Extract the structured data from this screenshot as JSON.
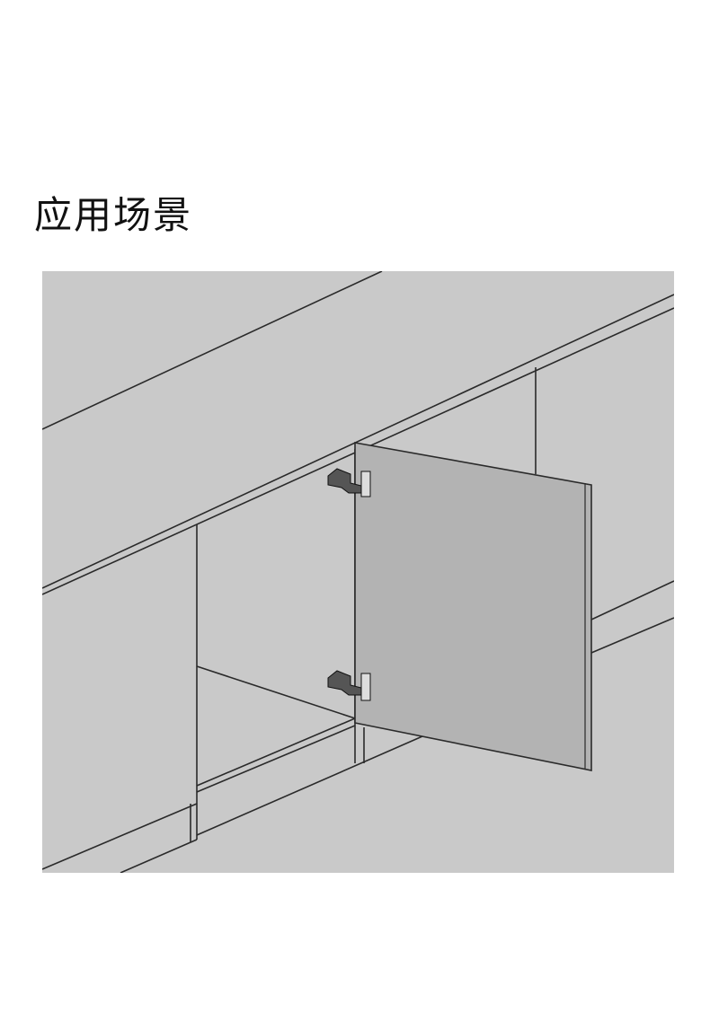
{
  "page": {
    "title": "应用场景"
  },
  "colors": {
    "background": "#c9c9c9",
    "door": "#b3b3b3",
    "line": "#2a2a2a"
  },
  "illustration": {
    "subject": "cabinet-with-open-door-and-two-hinges",
    "hinge_count": 2
  }
}
